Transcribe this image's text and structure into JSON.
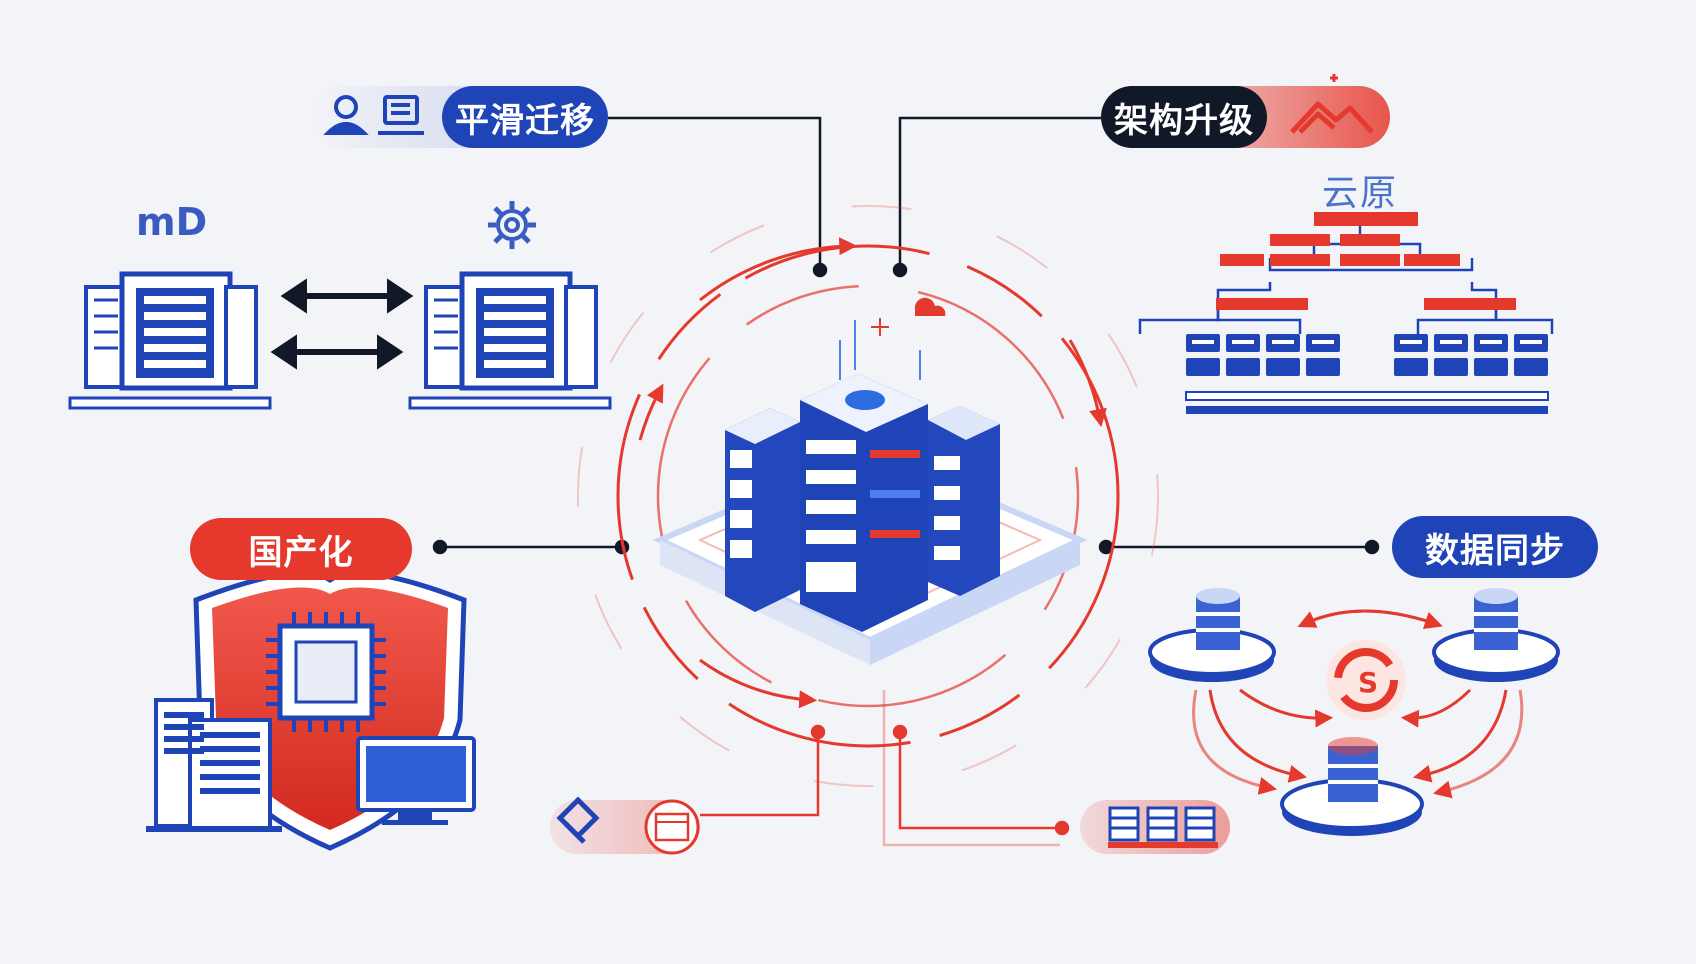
{
  "labels": {
    "smooth_migration": "平滑迁移",
    "architecture_upgrade": "架构升级",
    "localization": "国产化",
    "data_sync": "数据同步",
    "cloud": "云原",
    "left_glyph": "mD"
  },
  "colors": {
    "brand_blue": "#1f44b8",
    "accent_red": "#e5392d",
    "dark": "#111827",
    "background": "#f3f4f8",
    "light_blue": "#c9d6f5"
  },
  "icons": [
    "user-icon",
    "desk-icon",
    "gear-icon",
    "server-rack-icon",
    "double-arrow-icon",
    "shield-icon",
    "chip-icon",
    "monitor-icon",
    "database-icon",
    "sync-icon",
    "cloud-icon",
    "hierarchy-icon",
    "mountain-icon",
    "module-icon",
    "calendar-icon"
  ]
}
